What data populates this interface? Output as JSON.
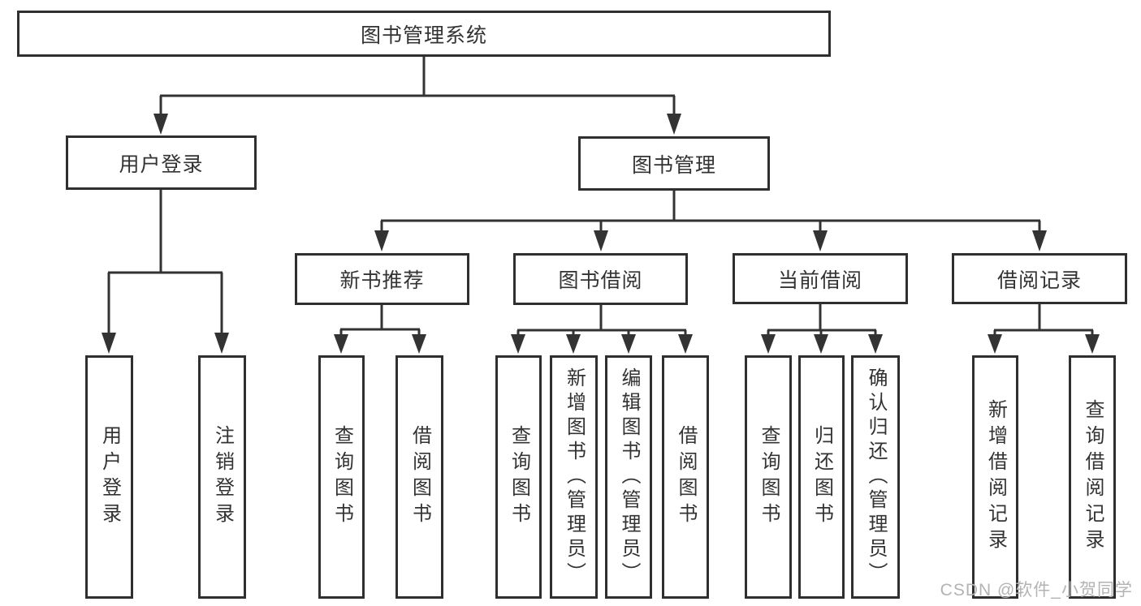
{
  "diagram": {
    "type": "hierarchy-tree",
    "watermark": "CSDN @软件_小贺同学",
    "colors": {
      "background": "#ffffff",
      "line": "#333333",
      "box_border": "#2f2f2f",
      "text": "#333333",
      "watermark": "#b3b3b3"
    },
    "nodes": {
      "root": {
        "label": "图书管理系统"
      },
      "user_login": {
        "label": "用户登录"
      },
      "book_mgmt": {
        "label": "图书管理"
      },
      "new_book_rec": {
        "label": "新书推荐"
      },
      "book_borrow": {
        "label": "图书借阅"
      },
      "current_borrow": {
        "label": "当前借阅"
      },
      "borrow_record": {
        "label": "借阅记录"
      },
      "leaf_user_login": {
        "label": "用户登录"
      },
      "leaf_logout": {
        "label": "注销登录"
      },
      "leaf_rec_query": {
        "label": "查询图书"
      },
      "leaf_rec_borrow": {
        "label": "借阅图书"
      },
      "leaf_bb_query": {
        "label": "查询图书"
      },
      "leaf_bb_add": {
        "label": "新增图书（管理员）"
      },
      "leaf_bb_edit": {
        "label": "编辑图书（管理员）"
      },
      "leaf_bb_borrow": {
        "label": "借阅图书"
      },
      "leaf_cb_query": {
        "label": "查询图书"
      },
      "leaf_cb_return": {
        "label": "归还图书"
      },
      "leaf_cb_confirm": {
        "label": "确认归还（管理员）"
      },
      "leaf_br_add": {
        "label": "新增借阅记录"
      },
      "leaf_br_query": {
        "label": "查询借阅记录"
      }
    },
    "edges": [
      [
        "root",
        "user_login"
      ],
      [
        "root",
        "book_mgmt"
      ],
      [
        "user_login",
        "leaf_user_login"
      ],
      [
        "user_login",
        "leaf_logout"
      ],
      [
        "book_mgmt",
        "new_book_rec"
      ],
      [
        "book_mgmt",
        "book_borrow"
      ],
      [
        "book_mgmt",
        "current_borrow"
      ],
      [
        "book_mgmt",
        "borrow_record"
      ],
      [
        "new_book_rec",
        "leaf_rec_query"
      ],
      [
        "new_book_rec",
        "leaf_rec_borrow"
      ],
      [
        "book_borrow",
        "leaf_bb_query"
      ],
      [
        "book_borrow",
        "leaf_bb_add"
      ],
      [
        "book_borrow",
        "leaf_bb_edit"
      ],
      [
        "book_borrow",
        "leaf_bb_borrow"
      ],
      [
        "current_borrow",
        "leaf_cb_query"
      ],
      [
        "current_borrow",
        "leaf_cb_return"
      ],
      [
        "current_borrow",
        "leaf_cb_confirm"
      ],
      [
        "borrow_record",
        "leaf_br_add"
      ],
      [
        "borrow_record",
        "leaf_br_query"
      ]
    ]
  }
}
